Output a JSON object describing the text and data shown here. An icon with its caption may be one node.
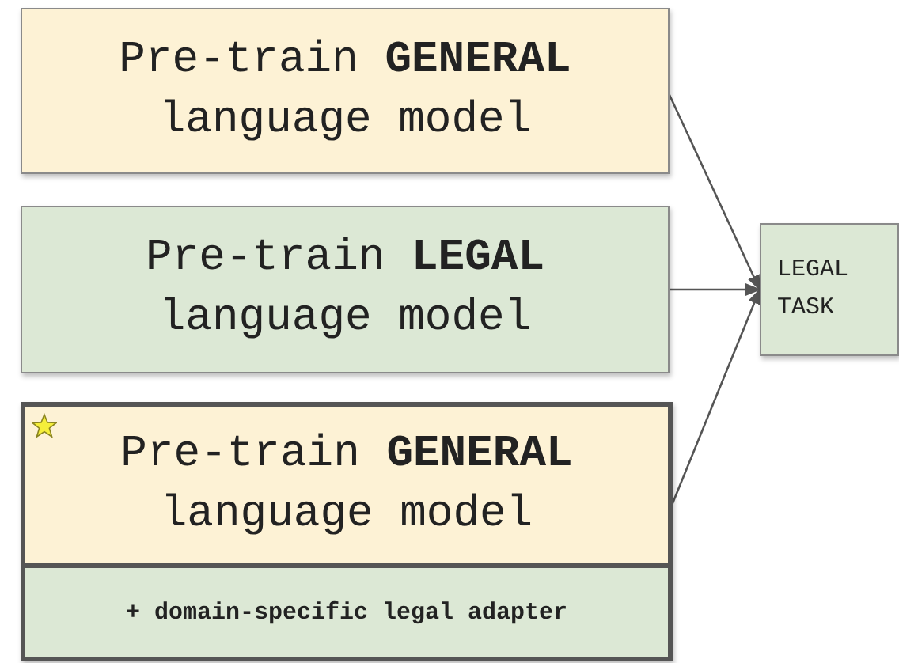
{
  "diagram": {
    "nodes": [
      {
        "text": [
          "Pre-train **GENERAL** language model"
        ]
      },
      {
        "text": [
          "Pre-train **LEGAL** language model"
        ]
      },
      {
        "text": [
          "Pre-train **GENERAL** language model",
          "+ domain-specific legal adapter"
        ]
      },
      {
        "text": [
          "LEGAL TASK"
        ]
      }
    ],
    "edges": [
      {
        "from": 0,
        "to": 3,
        "arrow": "to"
      },
      {
        "from": 1,
        "to": 3,
        "arrow": "to"
      },
      {
        "from": 2,
        "to": 3,
        "arrow": "to"
      }
    ]
  }
}
